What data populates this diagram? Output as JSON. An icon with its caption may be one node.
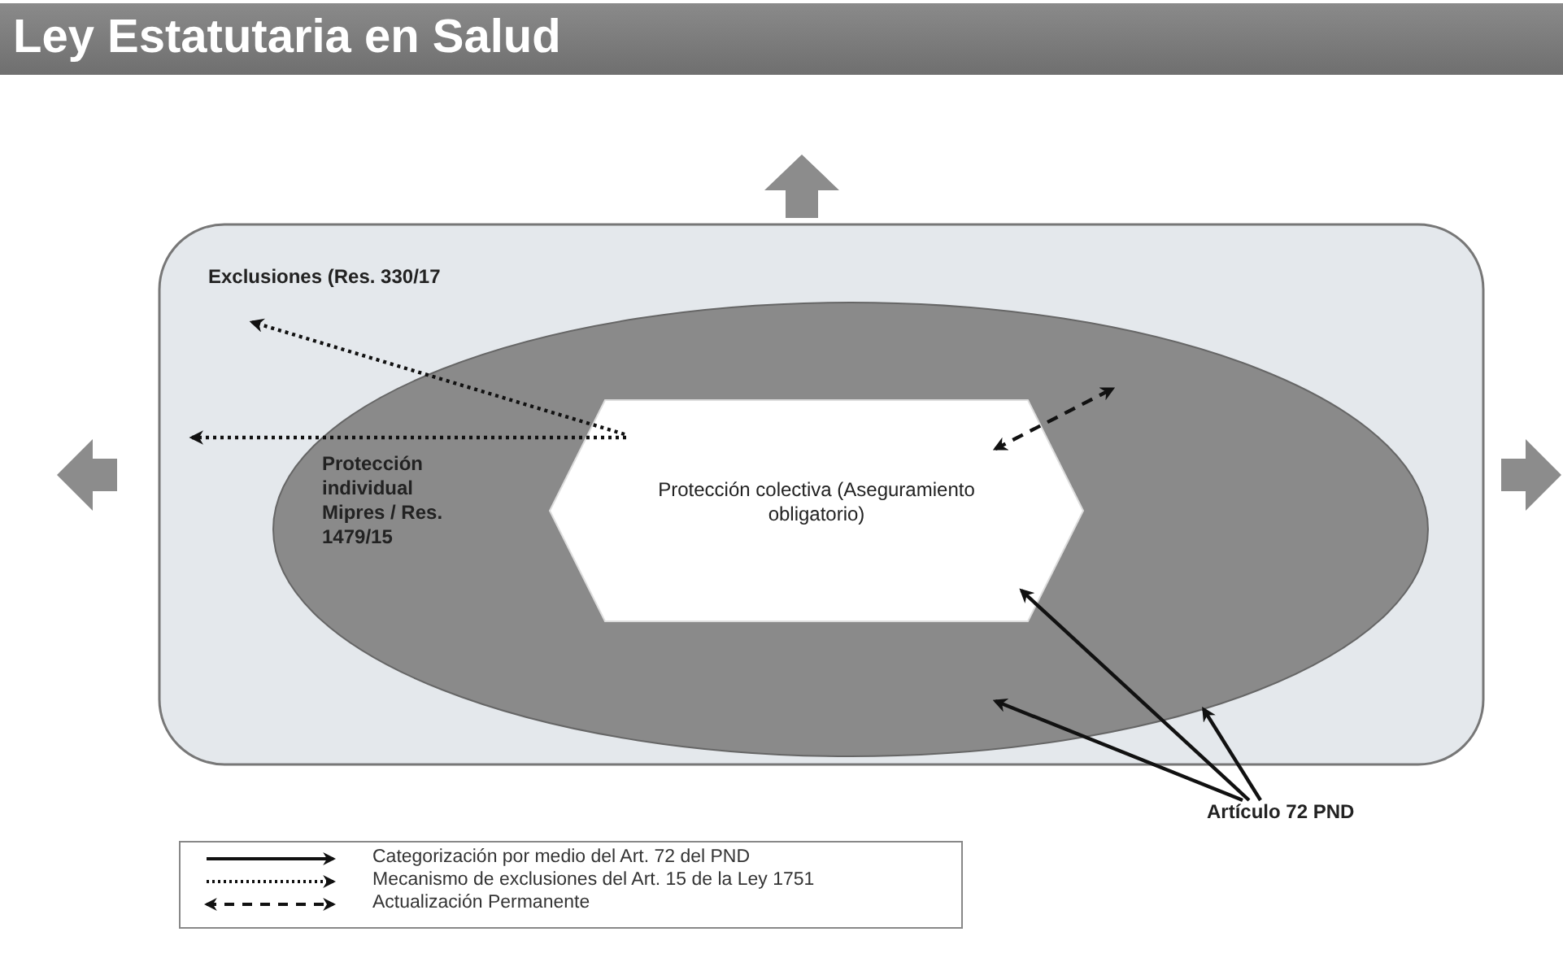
{
  "diagram": {
    "title": "Ley Estatutaria en Salud",
    "nodes": [
      {
        "text": [
          "Exclusiones (Res. 330/17"
        ]
      },
      {
        "text": [
          "Protección individual Mipres / Res. 1479/15"
        ],
        "in": 0
      },
      {
        "text": [
          "Protección colectiva (Aseguramiento obligatorio)"
        ],
        "in": 1
      },
      {
        "text": [
          "Artículo 72 PND"
        ]
      }
    ],
    "edges": [
      {
        "from": 2,
        "to": null,
        "arrow": "to",
        "style": "dashed"
      },
      {
        "from": 2,
        "to": null,
        "arrow": "to",
        "style": "dashed"
      },
      {
        "from": 2,
        "to": null,
        "arrow": "both",
        "style": "dashed"
      },
      {
        "from": 3,
        "to": 2,
        "arrow": "to"
      },
      {
        "from": 3,
        "to": 1,
        "arrow": "to"
      },
      {
        "from": 3,
        "to": 0,
        "arrow": "to"
      }
    ],
    "legend": [
      {
        "text": "Categorización por medio del Art. 72 del PND"
      },
      {
        "text": "Mecanismo de exclusiones del Art. 15 de la Ley 1751"
      },
      {
        "text": "Actualización Permanente"
      }
    ]
  }
}
